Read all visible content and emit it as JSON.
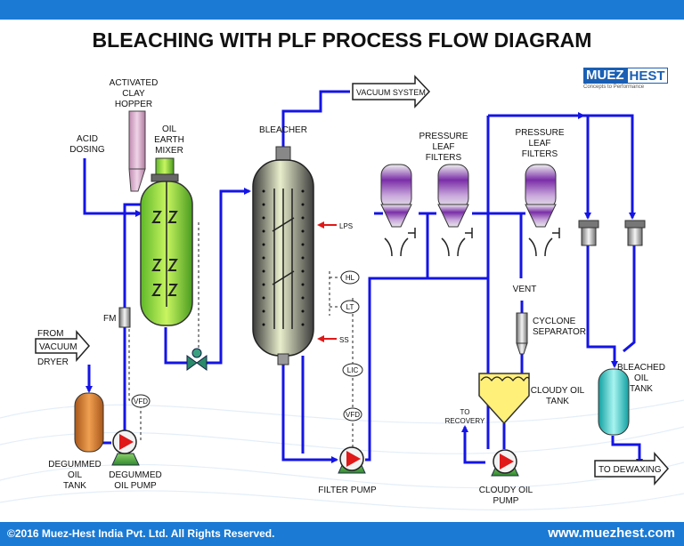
{
  "title": "BLEACHING WITH PLF PROCESS FLOW DIAGRAM",
  "logo": {
    "part1": "MUEZ",
    "part2": "HEST",
    "tagline": "Concepts to Performance"
  },
  "labels": {
    "hopper": [
      "ACTIVATED",
      "CLAY",
      "HOPPER"
    ],
    "acid": [
      "ACID",
      "DOSING"
    ],
    "mixer": [
      "OIL",
      "EARTH",
      "MIXER"
    ],
    "bleacher": "BLEACHER",
    "vacuum_system": "VACUUM SYSTEM",
    "plf1": [
      "PRESSURE",
      "LEAF",
      "FILTERS"
    ],
    "plf2": [
      "PRESSURE",
      "LEAF",
      "FILTERS"
    ],
    "fm": "FM",
    "from_vacuum": [
      "FROM",
      "VACUUM",
      "DRYER"
    ],
    "vfd1": "VFD",
    "vfd2": "VFD",
    "degummed_tank": [
      "DEGUMMED",
      "OIL",
      "TANK"
    ],
    "degummed_pump": [
      "DEGUMMED",
      "OIL PUMP"
    ],
    "lps": "LPS",
    "ss": "SS",
    "hl": "HL",
    "lt": "LT",
    "lic": "LIC",
    "vent": "VENT",
    "cyclone": [
      "CYCLONE",
      "SEPARATOR"
    ],
    "cloudy_tank": [
      "CLOUDY OIL",
      "TANK"
    ],
    "to_recovery": [
      "TO",
      "RECOVERY"
    ],
    "bleached_tank": [
      "BLEACHED",
      "OIL",
      "TANK"
    ],
    "filter_pump": "FILTER PUMP",
    "cloudy_pump": [
      "CLOUDY OIL",
      "PUMP"
    ],
    "to_dewaxing": "TO DEWAXING"
  },
  "footer": {
    "copyright": "©2016 Muez-Hest India Pvt. Ltd. All Rights Reserved.",
    "website": "www.muezhest.com"
  },
  "colors": {
    "pipe": "#1414e6",
    "steam": "#e01818",
    "brand": "#1a7ad4"
  }
}
